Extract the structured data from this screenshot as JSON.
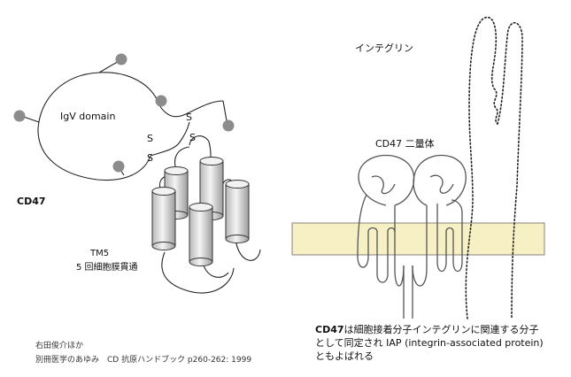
{
  "labels": {
    "integrin": "インテグリン",
    "igv_domain": "IgV domain",
    "cd47": "CD47",
    "cd47_dimer": "CD47 二量体",
    "s1": "S",
    "s2": "S",
    "s3": "S",
    "s4": "S",
    "tm5": "TM5",
    "tm5_desc": "5 回細胞膜貫通"
  },
  "caption": {
    "bold": "CD47",
    "line1_rest": "は細胞接着分子インテグリンに関連する分子",
    "line2": "として同定され IAP (integrin-associated protein)",
    "line3": "ともよばれる"
  },
  "citation": {
    "line1": "右田俊介ほか",
    "line2": "別冊医学のあゆみ　CD 抗原ハンドブック p260-262: 1999"
  },
  "colors": {
    "membrane_fill": "#f7f0c4",
    "membrane_stroke": "#666666",
    "glycan_dot": "#8c8c8c",
    "line": "#222222"
  }
}
